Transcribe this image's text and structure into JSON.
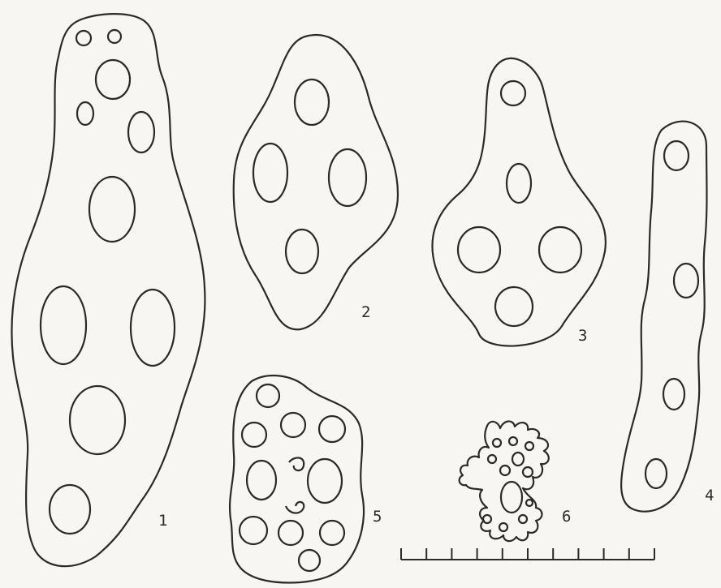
{
  "specimens": [
    {
      "label": "1"
    },
    {
      "label": "2"
    },
    {
      "label": "3"
    },
    {
      "label": "4"
    },
    {
      "label": "5"
    },
    {
      "label": "6"
    }
  ],
  "scale_bar": {
    "divisions": 10
  },
  "colors": {
    "ink": "#2a2a2a",
    "paper": "#f7f6f2"
  }
}
